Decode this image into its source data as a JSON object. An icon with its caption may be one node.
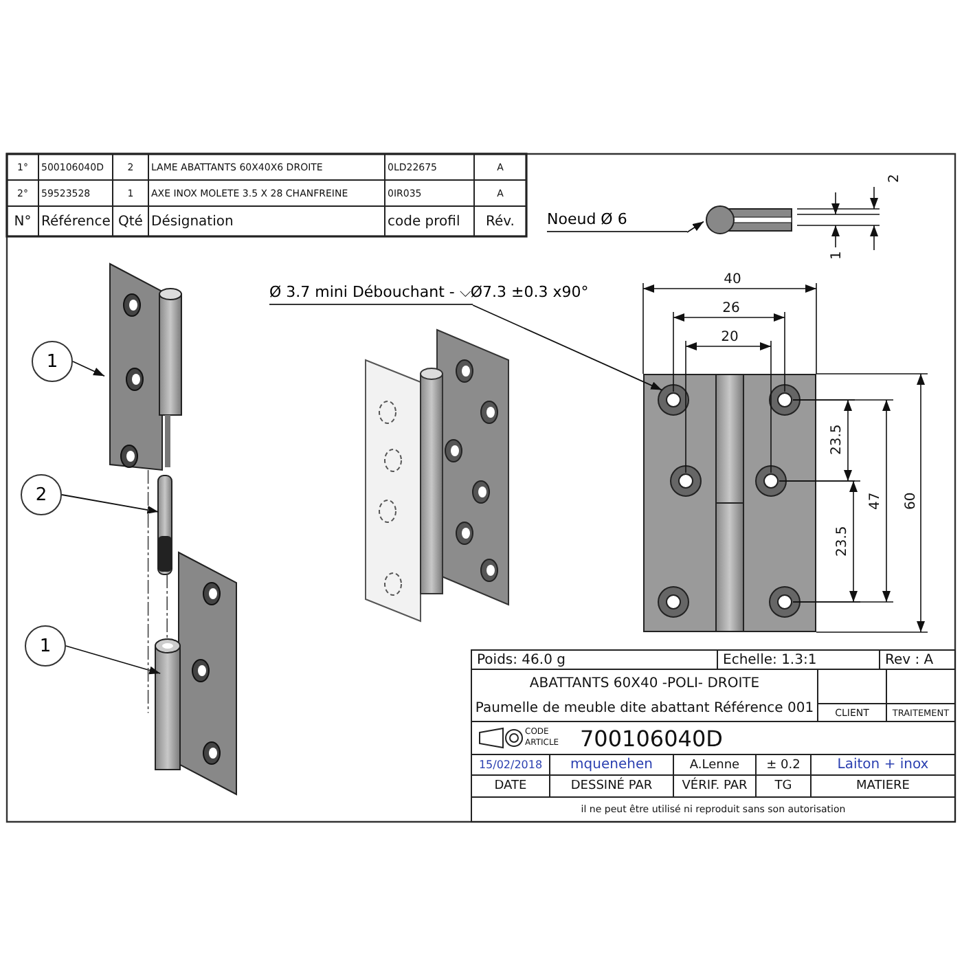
{
  "diagram": {
    "nodes": [
      {
        "text": [
          "1"
        ]
      },
      {
        "text": [],
        "shape": "picture"
      },
      {
        "text": [
          "2"
        ]
      },
      {
        "text": [],
        "shape": "picture"
      },
      {
        "text": [
          "1"
        ]
      },
      {
        "text": [],
        "shape": "picture"
      },
      {
        "text": [
          "Noeud Ø 6"
        ]
      },
      {
        "text": [],
        "shape": "picture"
      },
      {
        "text": [
          "Ø 3.7 mini Débouchant - ⌵Ø7.3 ±0.3 x90°"
        ]
      },
      {
        "text": [],
        "shape": "picture"
      },
      {
        "text": [],
        "shape": "circle",
        "in": 9
      }
    ],
    "edges": [
      {
        "from": 0,
        "to": 1,
        "arrow": "to"
      },
      {
        "from": 2,
        "to": 3,
        "arrow": "to"
      },
      {
        "from": 4,
        "to": 5,
        "arrow": "to"
      },
      {
        "from": 6,
        "to": 7,
        "arrow": "to"
      },
      {
        "from": 8,
        "to": 10,
        "arrow": "to"
      },
      {
        "from": 1,
        "to": 5,
        "arrow": "none",
        "style": "dashed"
      },
      {
        "from": 3,
        "to": 5,
        "arrow": "none",
        "style": "dashed"
      }
    ],
    "labels": [
      "1°",
      "500106040D",
      "2",
      "LAME ABATTANTS 60X40X6 DROITE",
      "0LD22675",
      "A",
      "2°",
      "59523528",
      "1",
      "AXE INOX MOLETE 3.5 X 28 CHANFREINE",
      "0IR035",
      "A",
      "N°",
      "Référence",
      "Qté",
      "Désignation",
      "code profil",
      "Rév.",
      "2",
      "1",
      "40",
      "26",
      "20",
      "23.5",
      "47",
      "60",
      "23.5",
      "Poids: 46.0 g",
      "Echelle: 1.3:1",
      "Rev : A",
      "ABATTANTS 60X40 -POLI- DROITE",
      "Paumelle de meuble dite abattant Référence 001",
      "CLIENT",
      "TRAITEMENT",
      "CODE ARTICLE",
      "700106040D",
      "15/02/2018",
      "mquenehen",
      "A.Lenne",
      "± 0.2",
      "Laiton + inox",
      "DATE",
      "DESSINÉ PAR",
      "VÉRIF. PAR",
      "TG",
      "MATIERE",
      "il ne peut être utilisé ni reproduit sans son autorisation"
    ]
  }
}
